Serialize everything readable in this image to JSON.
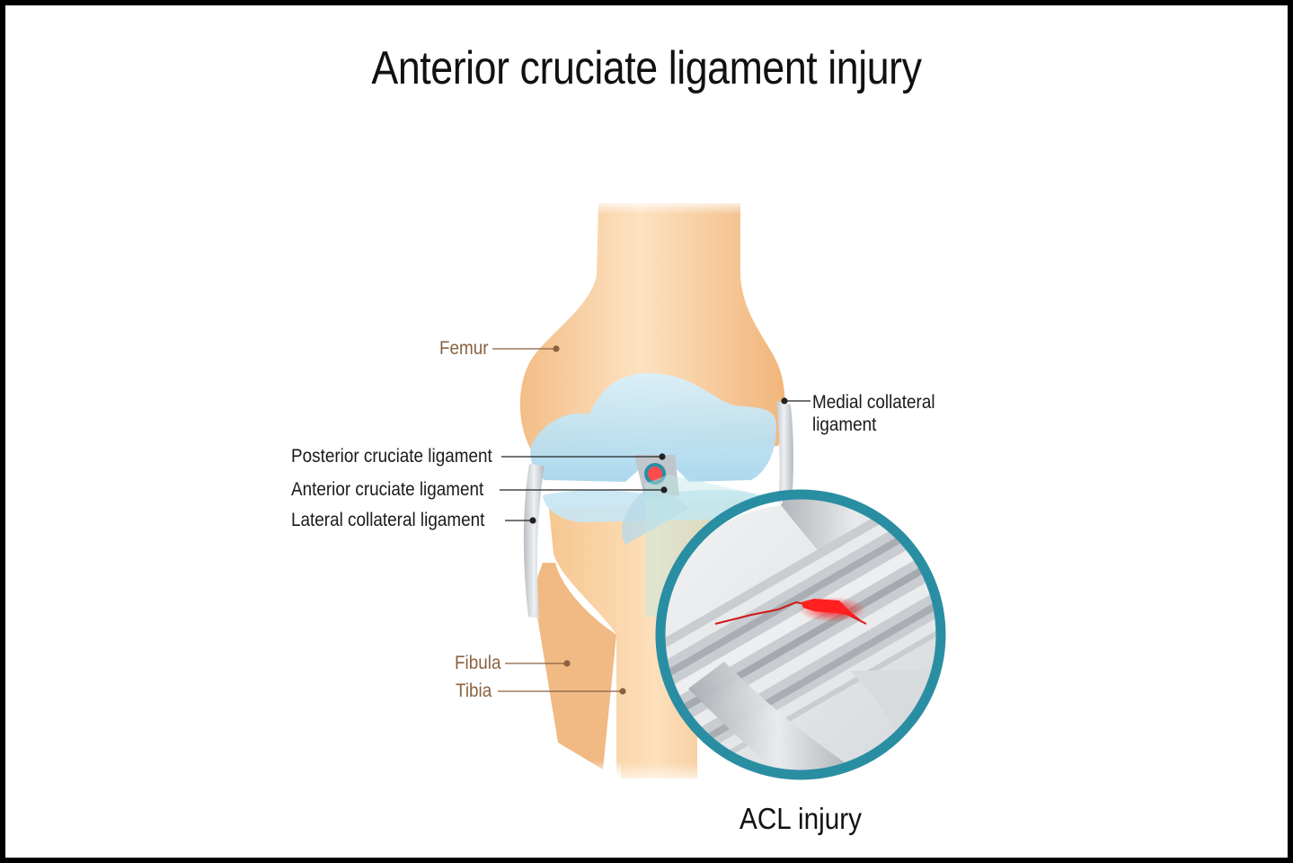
{
  "title": "Anterior cruciate ligament injury",
  "labels": {
    "femur": "Femur",
    "medial_collateral_line1": "Medial collateral",
    "medial_collateral_line2": "ligament",
    "posterior_cruciate": "Posterior cruciate ligament",
    "anterior_cruciate": "Anterior cruciate ligament",
    "lateral_collateral": "Lateral collateral ligament",
    "fibula": "Fibula",
    "tibia": "Tibia"
  },
  "inset_caption": "ACL injury",
  "colors": {
    "bone": "#f6c48f",
    "bone_light": "#fde3c2",
    "cartilage": "#bfe3f3",
    "ligament": "#cfd3d6",
    "inset_ring": "#2a8ea3",
    "tear": "#ff2a2a",
    "dark_label": "#1a1a1a",
    "bone_label": "#8a6240"
  }
}
